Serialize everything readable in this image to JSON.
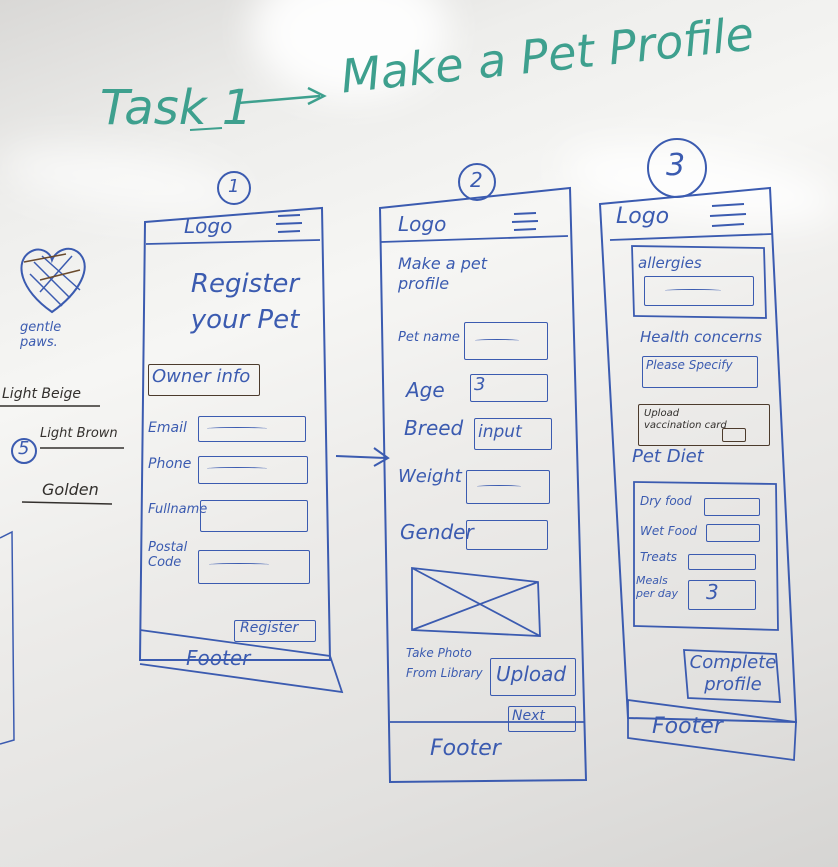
{
  "title": {
    "task": "Task 1",
    "goal": "Make a Pet Profile"
  },
  "side": {
    "brand": "gentle paws.",
    "colors": [
      "Light Beige",
      "Light Brown",
      "Golden"
    ],
    "number": "5"
  },
  "screen1": {
    "number": "1",
    "logo": "Logo",
    "heading": "Register your Pet",
    "section": "Owner info",
    "fields": [
      "Email",
      "Phone",
      "Fullname",
      "Postal Code"
    ],
    "button": "Register",
    "footer": "Footer"
  },
  "screen2": {
    "number": "2",
    "logo": "Logo",
    "heading": "Make a pet profile",
    "fields": [
      "Pet name",
      "Age",
      "Breed",
      "Weight",
      "Gender"
    ],
    "age_value": "3",
    "breed_value": "input",
    "photo_options": [
      "Take Photo",
      "From Library"
    ],
    "upload": "Upload",
    "next": "Next",
    "footer": "Footer"
  },
  "screen3": {
    "number": "3",
    "logo": "Logo",
    "allergies": "allergies",
    "health": "Health concerns",
    "health_value": "Please Specify",
    "vaccine": "Upload vaccination card",
    "diet": "Pet Diet",
    "diet_items": [
      "Dry food",
      "Wet Food",
      "Treats",
      "Meals per day"
    ],
    "meals_value": "3",
    "button": "Complete profile",
    "footer": "Footer"
  },
  "colors": {
    "marker_blue": "#3b5bb0",
    "marker_teal": "#3ea08e",
    "marker_dark": "#33302d",
    "whiteboard": "#f0f0ee"
  }
}
